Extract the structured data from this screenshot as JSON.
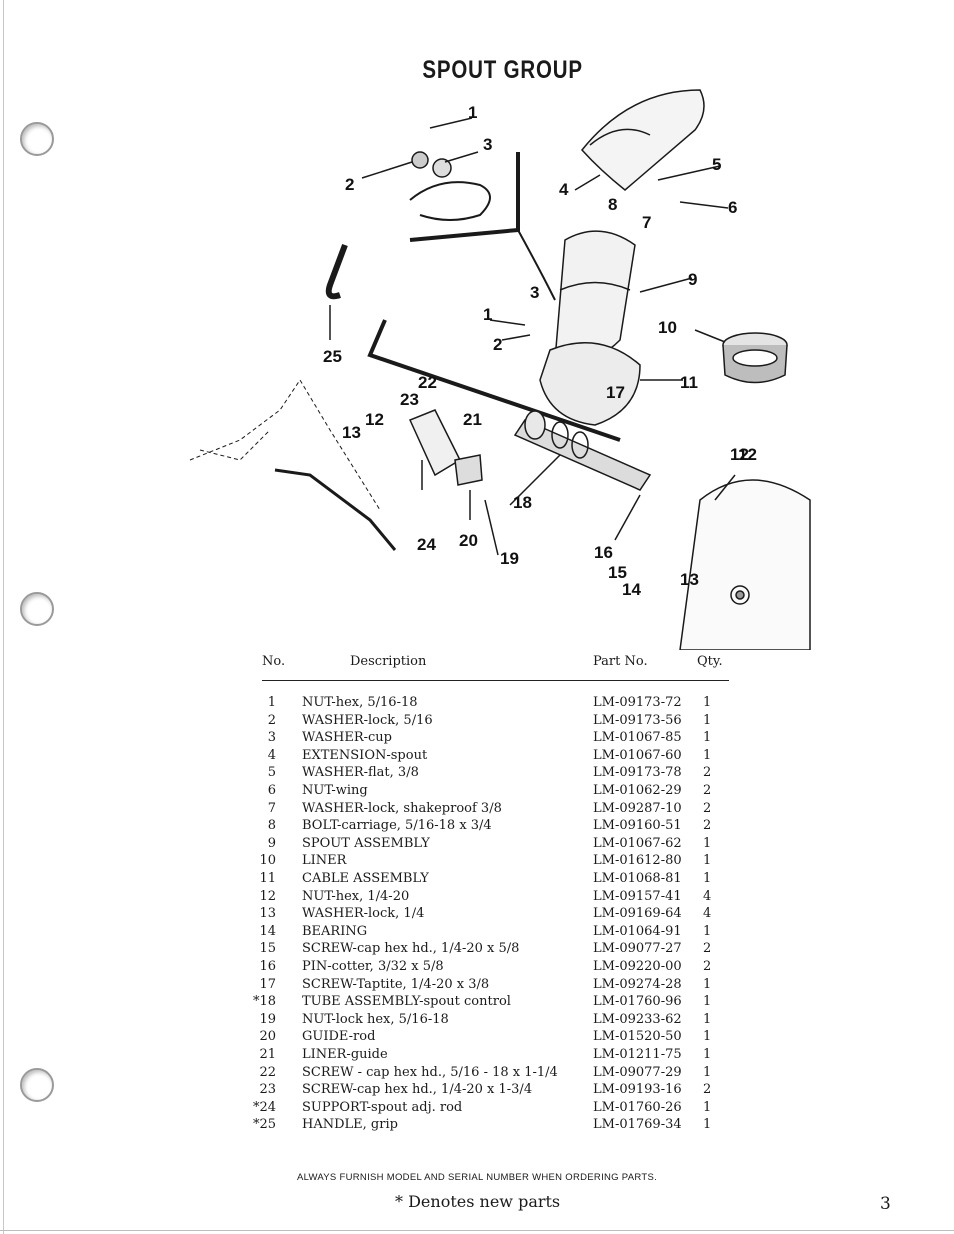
{
  "title": "SPOUT GROUP",
  "callouts": [
    "1",
    "2",
    "3",
    "4",
    "5",
    "6",
    "7",
    "8",
    "9",
    "10",
    "11",
    "12",
    "1",
    "2",
    "3",
    "25",
    "22",
    "23",
    "12",
    "13",
    "21",
    "17",
    "18",
    "24",
    "20",
    "19",
    "16",
    "15",
    "14",
    "13",
    "12"
  ],
  "table": {
    "headers": {
      "no": "No.",
      "description": "Description",
      "part_no": "Part No.",
      "qty": "Qty."
    },
    "rows": [
      {
        "no": "1",
        "description": "NUT-hex, 5/16-18",
        "part_no": "LM-09173-72",
        "qty": "1"
      },
      {
        "no": "2",
        "description": "WASHER-lock, 5/16",
        "part_no": "LM-09173-56",
        "qty": "1"
      },
      {
        "no": "3",
        "description": "WASHER-cup",
        "part_no": "LM-01067-85",
        "qty": "1"
      },
      {
        "no": "4",
        "description": "EXTENSION-spout",
        "part_no": "LM-01067-60",
        "qty": "1"
      },
      {
        "no": "5",
        "description": "WASHER-flat, 3/8",
        "part_no": "LM-09173-78",
        "qty": "2"
      },
      {
        "no": "6",
        "description": "NUT-wing",
        "part_no": "LM-01062-29",
        "qty": "2"
      },
      {
        "no": "7",
        "description": "WASHER-lock, shakeproof 3/8",
        "part_no": "LM-09287-10",
        "qty": "2"
      },
      {
        "no": "8",
        "description": "BOLT-carriage, 5/16-18 x 3/4",
        "part_no": "LM-09160-51",
        "qty": "2"
      },
      {
        "no": "9",
        "description": "SPOUT ASSEMBLY",
        "part_no": "LM-01067-62",
        "qty": "1"
      },
      {
        "no": "10",
        "description": "LINER",
        "part_no": "LM-01612-80",
        "qty": "1"
      },
      {
        "no": "11",
        "description": "CABLE ASSEMBLY",
        "part_no": "LM-01068-81",
        "qty": "1"
      },
      {
        "no": "12",
        "description": "NUT-hex, 1/4-20",
        "part_no": "LM-09157-41",
        "qty": "4"
      },
      {
        "no": "13",
        "description": "WASHER-lock, 1/4",
        "part_no": "LM-09169-64",
        "qty": "4"
      },
      {
        "no": "14",
        "description": "BEARING",
        "part_no": "LM-01064-91",
        "qty": "1"
      },
      {
        "no": "15",
        "description": "SCREW-cap hex hd., 1/4-20 x 5/8",
        "part_no": "LM-09077-27",
        "qty": "2"
      },
      {
        "no": "16",
        "description": "PIN-cotter, 3/32 x 5/8",
        "part_no": "LM-09220-00",
        "qty": "2"
      },
      {
        "no": "17",
        "description": "SCREW-Taptite, 1/4-20 x 3/8",
        "part_no": "LM-09274-28",
        "qty": "1"
      },
      {
        "no": "*18",
        "description": "TUBE ASSEMBLY-spout control",
        "part_no": "LM-01760-96",
        "qty": "1"
      },
      {
        "no": "19",
        "description": "NUT-lock hex, 5/16-18",
        "part_no": "LM-09233-62",
        "qty": "1"
      },
      {
        "no": "20",
        "description": "GUIDE-rod",
        "part_no": "LM-01520-50",
        "qty": "1"
      },
      {
        "no": "21",
        "description": "LINER-guide",
        "part_no": "LM-01211-75",
        "qty": "1"
      },
      {
        "no": "22",
        "description": "SCREW - cap hex hd., 5/16 - 18 x 1-1/4",
        "part_no": "LM-09077-29",
        "qty": "1"
      },
      {
        "no": "23",
        "description": "SCREW-cap hex hd., 1/4-20 x 1-3/4",
        "part_no": "LM-09193-16",
        "qty": "2"
      },
      {
        "no": "*24",
        "description": "SUPPORT-spout adj. rod",
        "part_no": "LM-01760-26",
        "qty": "1"
      },
      {
        "no": "*25",
        "description": "HANDLE, grip",
        "part_no": "LM-01769-34",
        "qty": "1"
      }
    ]
  },
  "footer_notice": "ALWAYS FURNISH MODEL AND SERIAL NUMBER WHEN ORDERING PARTS.",
  "footnote": "* Denotes new parts",
  "page_number": "3"
}
